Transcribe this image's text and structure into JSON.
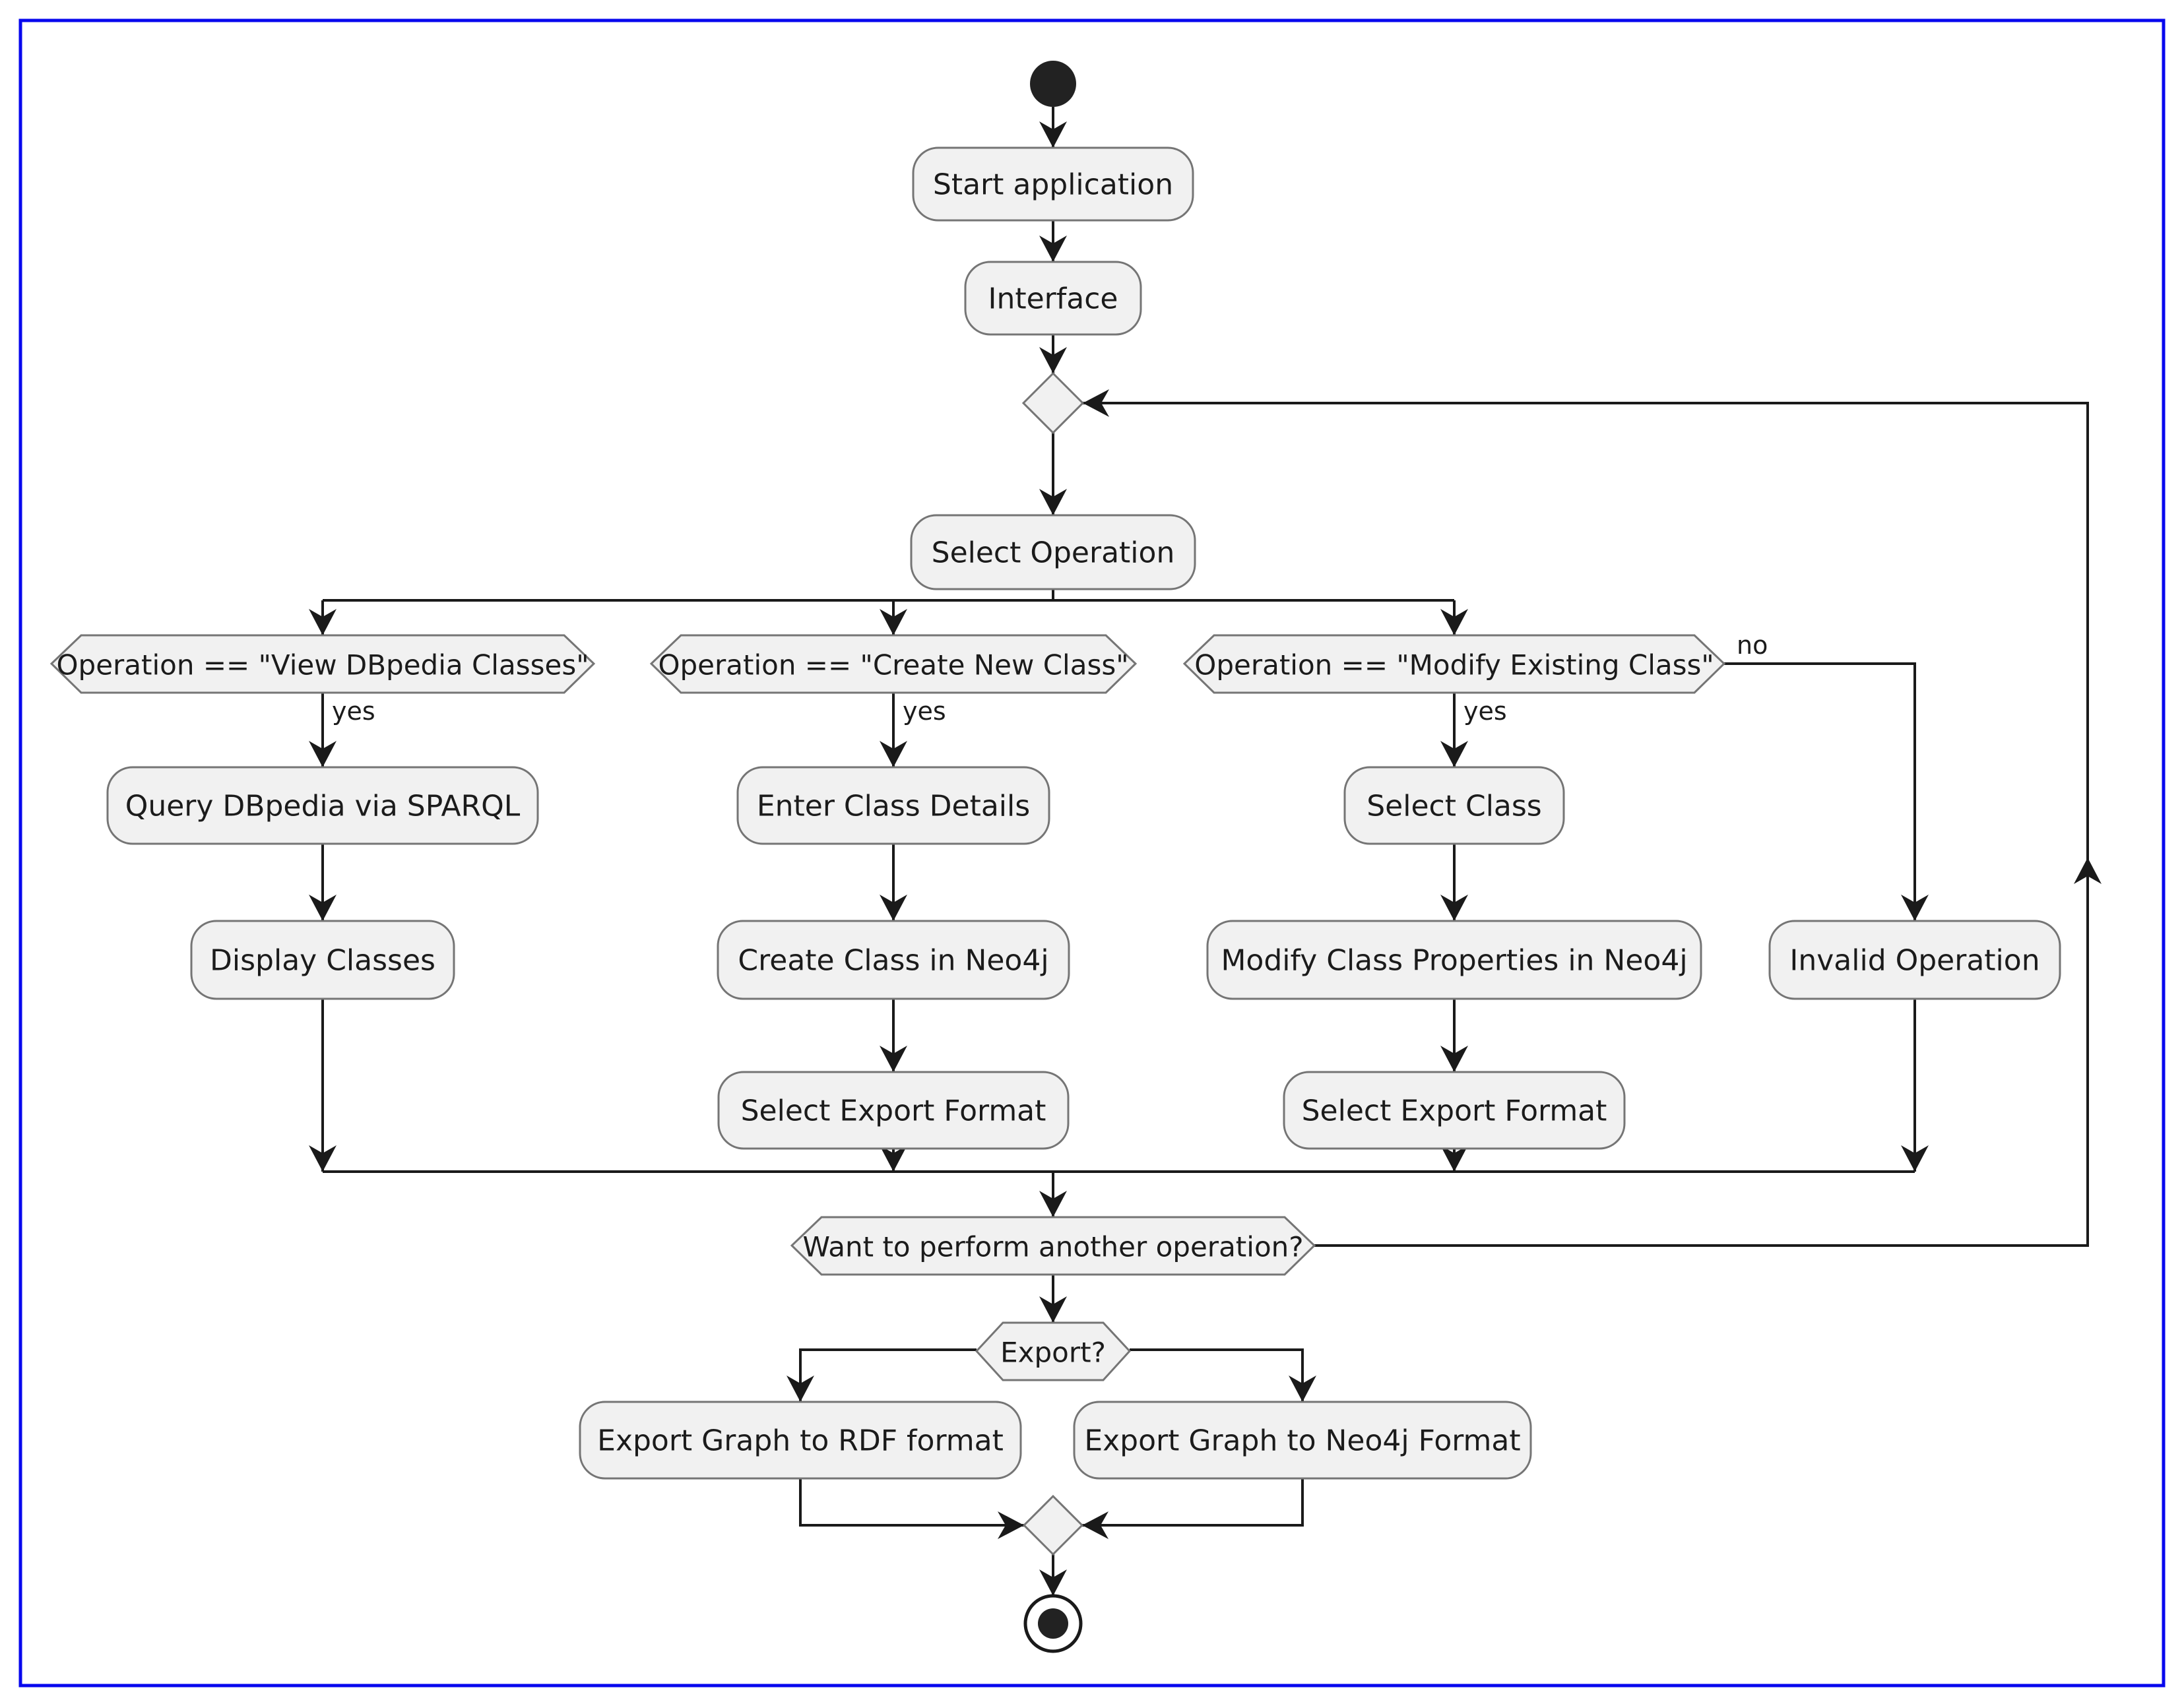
{
  "diagram": {
    "title": "Activity flowchart",
    "kind": "uml-activity-diagram"
  },
  "colors": {
    "frame": "#0808ee",
    "line": "#1a1a1a",
    "node_fill": "#f1f1f1",
    "node_border": "#757575",
    "text": "#1b1b1b",
    "start_fill": "#222222"
  },
  "nodes": {
    "start_application": {
      "label": "Start application"
    },
    "interface": {
      "label": "Interface"
    },
    "select_operation": {
      "label": "Select Operation"
    },
    "cond_view": {
      "label": "Operation == \"View DBpedia Classes\""
    },
    "cond_create": {
      "label": "Operation == \"Create New Class\""
    },
    "cond_modify": {
      "label": "Operation == \"Modify Existing Class\""
    },
    "query_dbpedia": {
      "label": "Query DBpedia via SPARQL"
    },
    "display_classes": {
      "label": "Display Classes"
    },
    "enter_class_details": {
      "label": "Enter Class Details"
    },
    "create_class_neo4j": {
      "label": "Create Class in Neo4j"
    },
    "select_export_format_mid": {
      "label": "Select Export Format"
    },
    "select_class": {
      "label": "Select Class"
    },
    "modify_class_properties": {
      "label": "Modify Class Properties in Neo4j"
    },
    "select_export_format_right": {
      "label": "Select Export Format"
    },
    "invalid_operation": {
      "label": "Invalid Operation"
    },
    "want_another": {
      "label": "Want to perform another operation?"
    },
    "export_question": {
      "label": "Export?"
    },
    "export_rdf": {
      "label": "Export Graph to RDF format"
    },
    "export_neo4j": {
      "label": "Export Graph to Neo4j Format"
    }
  },
  "edge_labels": {
    "view_yes": "yes",
    "create_yes": "yes",
    "modify_yes": "yes",
    "modify_no": "no"
  }
}
